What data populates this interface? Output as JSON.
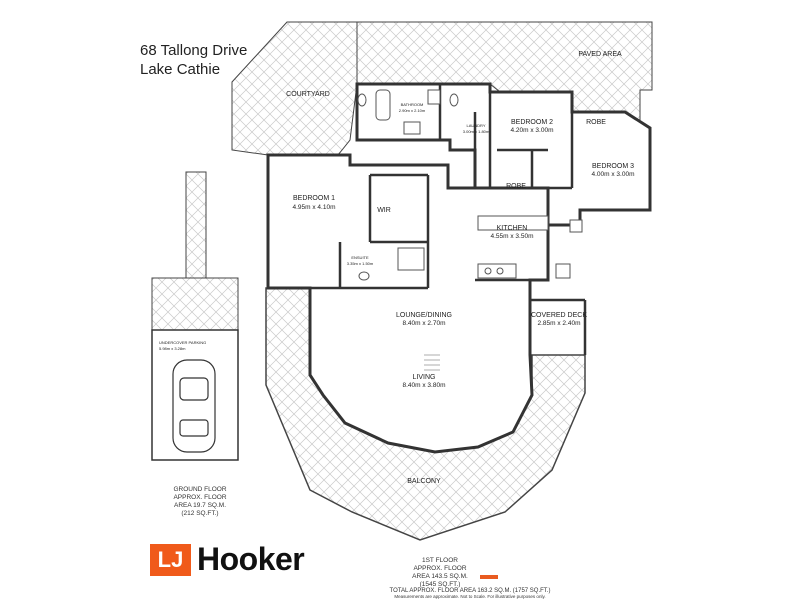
{
  "address": {
    "line1": "68 Tallong Drive",
    "line2": "Lake Cathie"
  },
  "rooms": {
    "paved_area": "PAVED AREA",
    "courtyard": "COURTYARD",
    "bathroom": "BATHROOM",
    "bathroom_dims": "2.90m x 2.10m",
    "laundry": "LAUNDRY",
    "laundry_dims": "3.00m x 1.80m",
    "bedroom2": "BEDROOM 2",
    "bedroom2_dims": "4.20m x 3.00m",
    "robe_b2": "ROBE",
    "robe_b3": "ROBE",
    "bedroom3": "BEDROOM 3",
    "bedroom3_dims": "4.00m x 3.00m",
    "bedroom1": "BEDROOM 1",
    "bedroom1_dims": "4.95m x 4.10m",
    "wir": "WIR",
    "kitchen": "KITCHEN",
    "kitchen_dims": "4.55m x 3.50m",
    "ensuite": "ENSUITE",
    "ensuite_dims": "3.35m x 1.50m",
    "lounge": "LOUNGE/DINING",
    "lounge_dims": "8.40m x 2.70m",
    "covered_deck": "COVERED DECK",
    "covered_deck_dims": "2.85m x 2.40m",
    "living": "LIVING",
    "living_dims": "8.40m x 3.80m",
    "balcony": "BALCONY",
    "undercover_parking": "UNDERCOVER PARKING",
    "undercover_parking_dims": "5.98m x 3.28m"
  },
  "ground_floor": {
    "line1": "GROUND FLOOR",
    "line2": "APPROX. FLOOR",
    "line3": "AREA 19.7 SQ.M.",
    "line4": "(212 SQ.FT.)"
  },
  "first_floor": {
    "line1": "1ST FLOOR",
    "line2": "APPROX. FLOOR",
    "line3": "AREA 143.5 SQ.M.",
    "line4": "(1545 SQ.FT.)"
  },
  "total": "TOTAL APPROX. FLOOR AREA 163.2 SQ.M. (1757 SQ.FT.)",
  "disclaimer": "Measurements are approximate. Not to Scale. For illustrative purposes only.",
  "brand": {
    "mark": "LJ",
    "word": "Hooker",
    "color": "#f05a1a"
  },
  "colors": {
    "wall": "#333333",
    "hatch": "#cccccc",
    "floor": "#ffffff"
  }
}
